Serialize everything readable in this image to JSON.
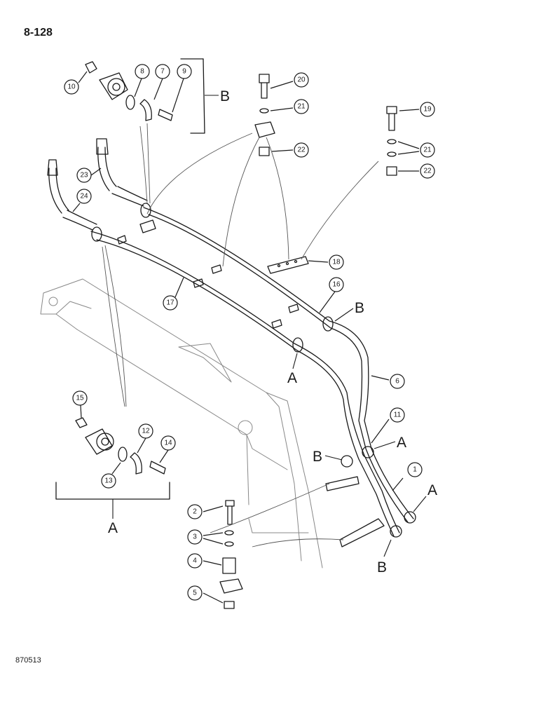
{
  "page_number": "8-128",
  "drawing_code": "870513",
  "callouts": [
    "1",
    "2",
    "3",
    "4",
    "5",
    "6",
    "7",
    "8",
    "9",
    "10",
    "11",
    "12",
    "13",
    "14",
    "15",
    "16",
    "17",
    "18",
    "19",
    "20",
    "21",
    "22",
    "23",
    "24"
  ],
  "group_labels": {
    "a": "A",
    "b": "B"
  },
  "colors": {
    "line": "#1a1a1a",
    "shade": "#555555",
    "background": "#ffffff"
  }
}
